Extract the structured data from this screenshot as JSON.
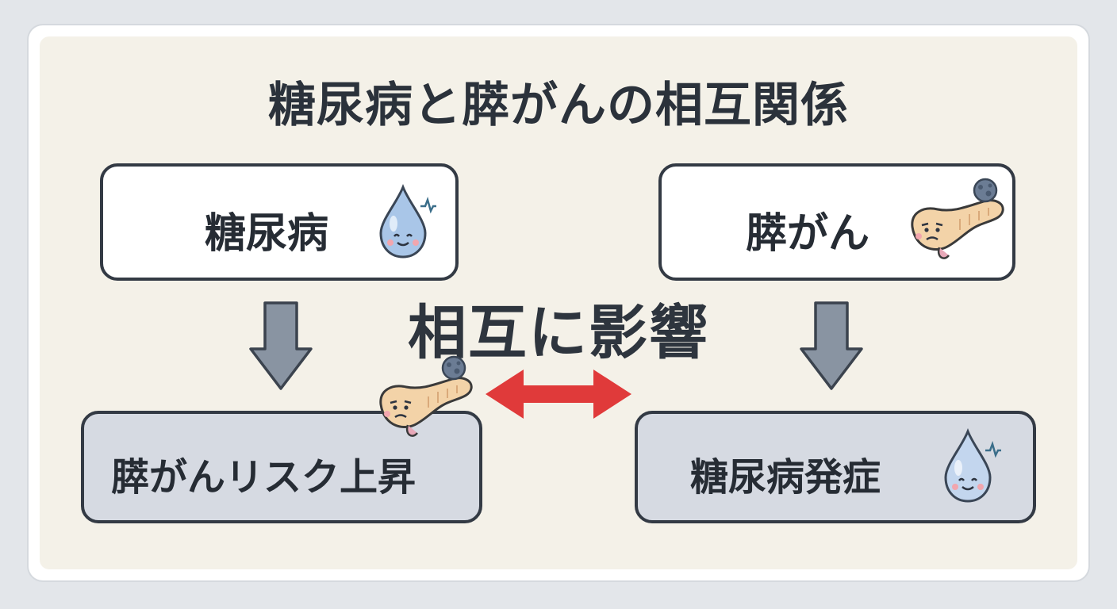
{
  "diagram": {
    "title": "糖尿病と膵がんの相互関係",
    "center_label": "相互に影響",
    "nodes": {
      "diabetes": {
        "label": "糖尿病",
        "icon": "water-drop-smile-icon"
      },
      "pancreatic_cancer": {
        "label": "膵がん",
        "icon": "sad-pancreas-icon"
      },
      "cancer_risk_up": {
        "label": "膵がんリスク上昇",
        "icon": "sad-pancreas-icon"
      },
      "diabetes_onset": {
        "label": "糖尿病発症",
        "icon": "water-drop-smile-icon"
      }
    },
    "edges": [
      {
        "from": "糖尿病",
        "to": "膵がんリスク上昇"
      },
      {
        "from": "膵がん",
        "to": "糖尿病発症"
      },
      {
        "between": [
          "膵がんリスク上昇",
          "糖尿病発症"
        ],
        "type": "bidirectional"
      }
    ],
    "colors": {
      "background": "#f4f1e8",
      "top_box": "#ffffff",
      "bottom_box": "#d6dae2",
      "border": "#333a44",
      "down_arrow": "#8994a2",
      "double_arrow": "#e03a3a",
      "drop": "#a9c6e8",
      "pancreas": "#f3d3a8"
    }
  }
}
